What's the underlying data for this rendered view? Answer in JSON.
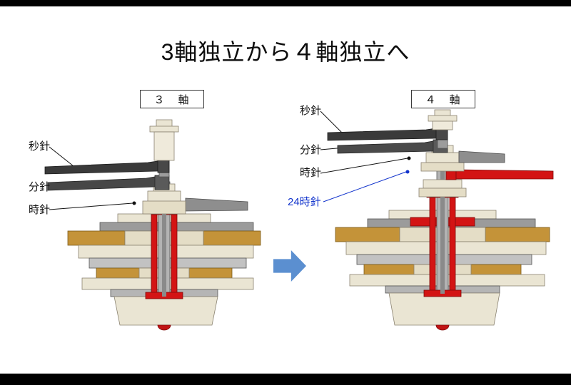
{
  "title": "3軸独立から４軸独立へ",
  "left": {
    "box_label": "３　軸",
    "labels": {
      "seconds": "秒針",
      "minutes": "分針",
      "hours": "時針"
    }
  },
  "right": {
    "box_label": "４　軸",
    "labels": {
      "seconds": "秒針",
      "minutes": "分針",
      "hours": "時針",
      "h24": "24時針"
    }
  },
  "colors": {
    "label_blue": "#1133cc",
    "arrow_blue": "#5b8fd0",
    "red": "#d31414",
    "gold": "#c49339",
    "cream": "#eae5d3",
    "gray": "#9b9b9b"
  },
  "icons": {
    "transition_arrow": "right-block-arrow"
  }
}
